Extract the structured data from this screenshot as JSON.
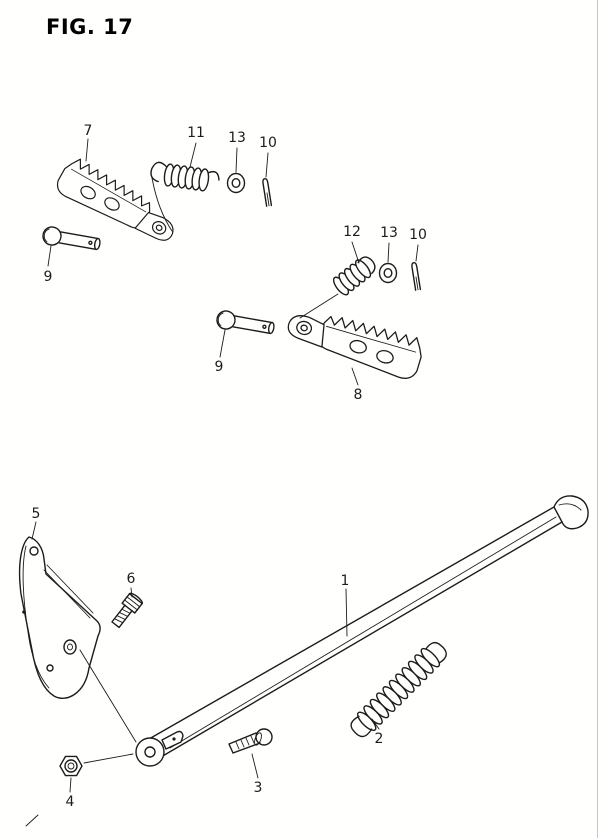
{
  "figure": {
    "title": "FIG. 17"
  },
  "part_labels": {
    "footrest_front": "7",
    "spring_front": "11",
    "washer_front": "13",
    "cotter_pin_front": "10",
    "mount_bolt_front": "9",
    "spring_rear": "12",
    "washer_rear": "13",
    "cotter_pin_rear": "10",
    "mount_bolt_rear": "9",
    "footrest_rear": "8",
    "stand": "1",
    "stand_spring": "2",
    "pivot_bolt": "3",
    "pivot_nut": "4",
    "bracket": "5",
    "bracket_bolt": "6"
  },
  "colors": {
    "line": "#1c1c1c",
    "paper": "#fffffd",
    "border": "#c9c9c3"
  }
}
